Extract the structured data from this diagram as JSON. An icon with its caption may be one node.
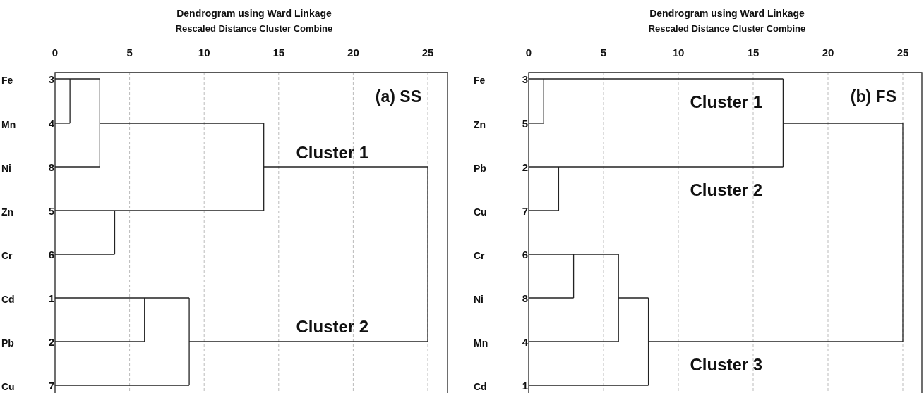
{
  "diagram": {
    "labels": [
      "Dendrogram using Ward Linkage",
      "Rescaled Distance Cluster Combine",
      "0",
      "5",
      "10",
      "15",
      "20",
      "25",
      "(a) SS",
      "Fe",
      "3",
      "Mn",
      "4",
      "Ni",
      "8",
      "Zn",
      "5",
      "Cr",
      "6",
      "Cd",
      "1",
      "Pb",
      "2",
      "Cu",
      "7",
      "Cluster 1",
      "Cluster 2",
      "Dendrogram using Ward Linkage",
      "Rescaled Distance Cluster Combine",
      "0",
      "5",
      "10",
      "15",
      "20",
      "25",
      "(b) FS",
      "Fe",
      "3",
      "Zn",
      "5",
      "Pb",
      "2",
      "Cu",
      "7",
      "Cr",
      "6",
      "Ni",
      "8",
      "Mn",
      "4",
      "Cd",
      "1",
      "Cluster 1",
      "Cluster 2",
      "Cluster 3"
    ]
  }
}
